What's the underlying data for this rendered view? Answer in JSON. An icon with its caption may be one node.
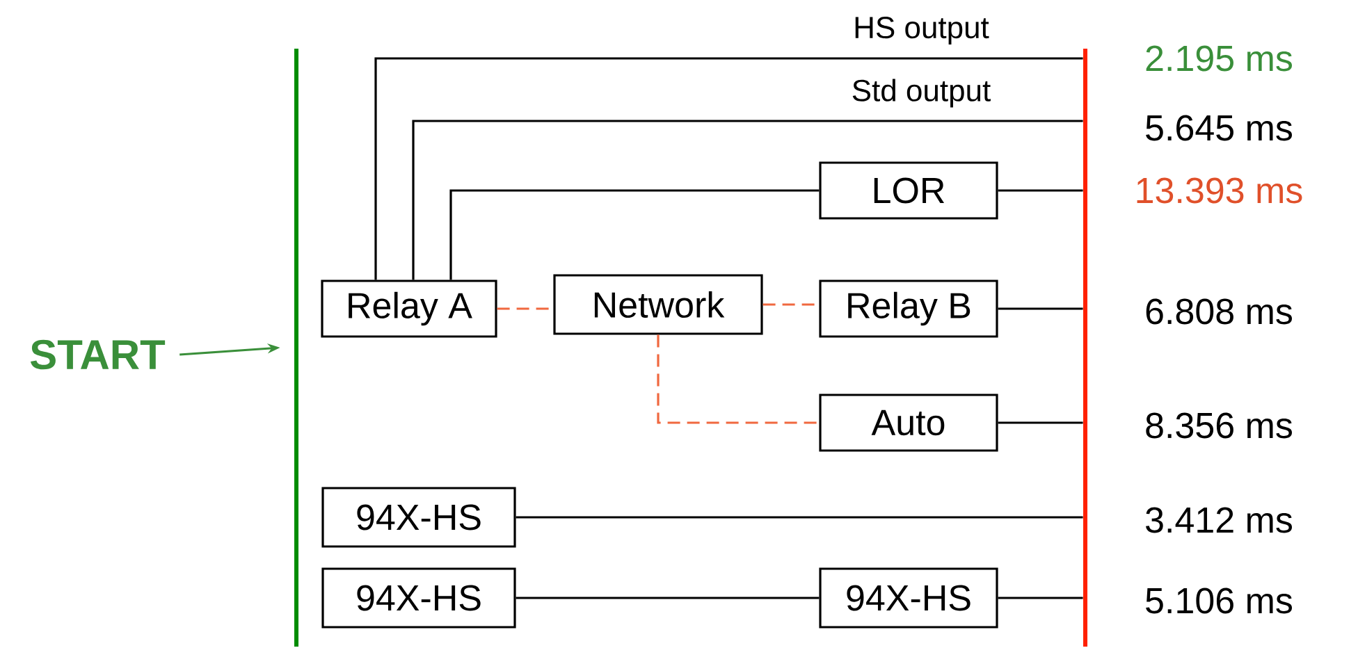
{
  "diagram": {
    "nodes": [
      {
        "text": [
          "START"
        ]
      },
      {
        "text": [],
        "shape": "bar"
      },
      {
        "text": [
          "Relay A"
        ]
      },
      {
        "text": [
          "Network"
        ]
      },
      {
        "text": [
          "Relay B"
        ]
      },
      {
        "text": [
          "LOR"
        ]
      },
      {
        "text": [
          "Auto"
        ]
      },
      {
        "text": [
          "94X-HS"
        ]
      },
      {
        "text": [
          "94X-HS"
        ]
      },
      {
        "text": [
          "94X-HS"
        ]
      },
      {
        "text": [],
        "shape": "bar"
      }
    ],
    "edges": [
      {
        "from": 0,
        "to": 1,
        "arrow": "to",
        "color": "#3a8f3a"
      },
      {
        "from": 2,
        "to": 10,
        "arrow": "none",
        "label": "HS output"
      },
      {
        "from": 2,
        "to": 10,
        "arrow": "none",
        "label": "Std output"
      },
      {
        "from": 2,
        "to": 5,
        "arrow": "none"
      },
      {
        "from": 5,
        "to": 10,
        "arrow": "none"
      },
      {
        "from": 2,
        "to": 3,
        "arrow": "none",
        "style": "dashed",
        "color": "#f0683f"
      },
      {
        "from": 3,
        "to": 4,
        "arrow": "none",
        "style": "dashed",
        "color": "#f0683f"
      },
      {
        "from": 3,
        "to": 6,
        "arrow": "none",
        "style": "dashed",
        "color": "#f0683f"
      },
      {
        "from": 4,
        "to": 10,
        "arrow": "none"
      },
      {
        "from": 6,
        "to": 10,
        "arrow": "none"
      },
      {
        "from": 7,
        "to": 10,
        "arrow": "none"
      },
      {
        "from": 8,
        "to": 9,
        "arrow": "none"
      },
      {
        "from": 9,
        "to": 10,
        "arrow": "none"
      }
    ],
    "labels": [
      "2.195 ms",
      "5.645 ms",
      "13.393 ms",
      "6.808 ms",
      "8.356 ms",
      "3.412 ms",
      "5.106 ms"
    ]
  }
}
